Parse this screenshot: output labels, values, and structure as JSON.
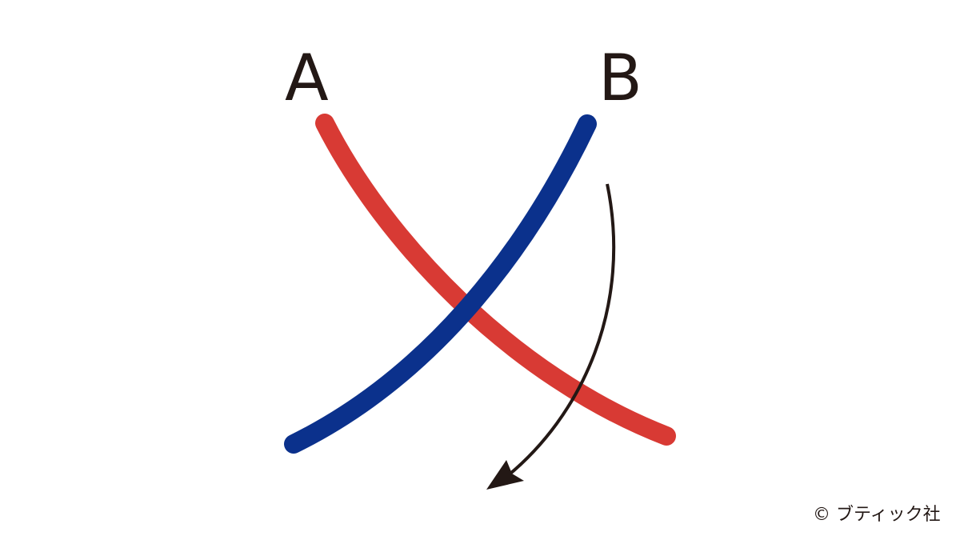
{
  "labels": {
    "a": "A",
    "b": "B"
  },
  "copyright": "© ブティック社",
  "colors": {
    "strand_a": "#d83a34",
    "strand_b": "#0b318c",
    "arrow": "#231815",
    "text": "#231815"
  },
  "icons": {
    "direction": "curved-arrow-icon"
  }
}
